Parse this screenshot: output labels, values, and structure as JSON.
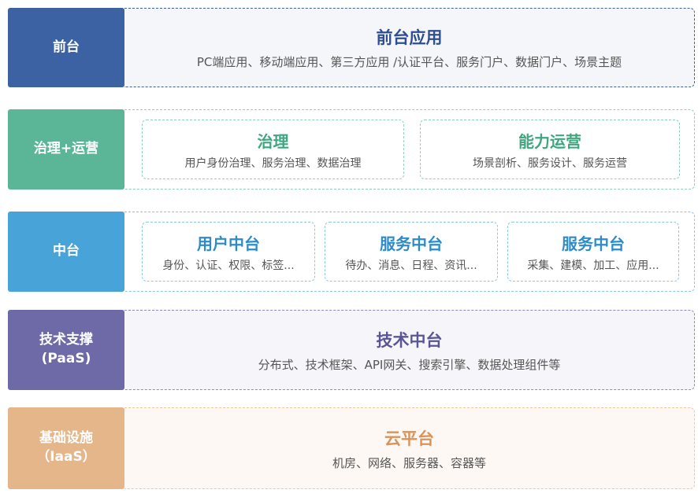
{
  "layers": {
    "front": {
      "label": "前台",
      "title": "前台应用",
      "sub": "PC端应用、移动端应用、第三方应用 /认证平台、服务门户、数据门户、场景主题",
      "color": "#3d62a3"
    },
    "governance": {
      "label": "治理+运营",
      "color": "#5bb597",
      "boxes": [
        {
          "title": "治理",
          "sub": "用户身份治理、服务治理、数据治理"
        },
        {
          "title": "能力运营",
          "sub": "场景剖析、服务设计、服务运营"
        }
      ]
    },
    "middle": {
      "label": "中台",
      "color": "#47a3d8",
      "boxes": [
        {
          "title": "用户中台",
          "sub": "身份、认证、权限、标签..."
        },
        {
          "title": "服务中台",
          "sub": "待办、消息、日程、资讯..."
        },
        {
          "title": "服务中台",
          "sub": "采集、建模、加工、应用..."
        }
      ]
    },
    "tech": {
      "label": "技术支撑\n(PaaS)",
      "title": "技术中台",
      "sub": "分布式、技术框架、API网关、搜索引擎、数据处理组件等",
      "color": "#6e6aa8"
    },
    "infra": {
      "label": "基础设施\n（IaaS）",
      "title": "云平台",
      "sub": "机房、网络、服务器、容器等",
      "color": "#e4b68a"
    }
  }
}
